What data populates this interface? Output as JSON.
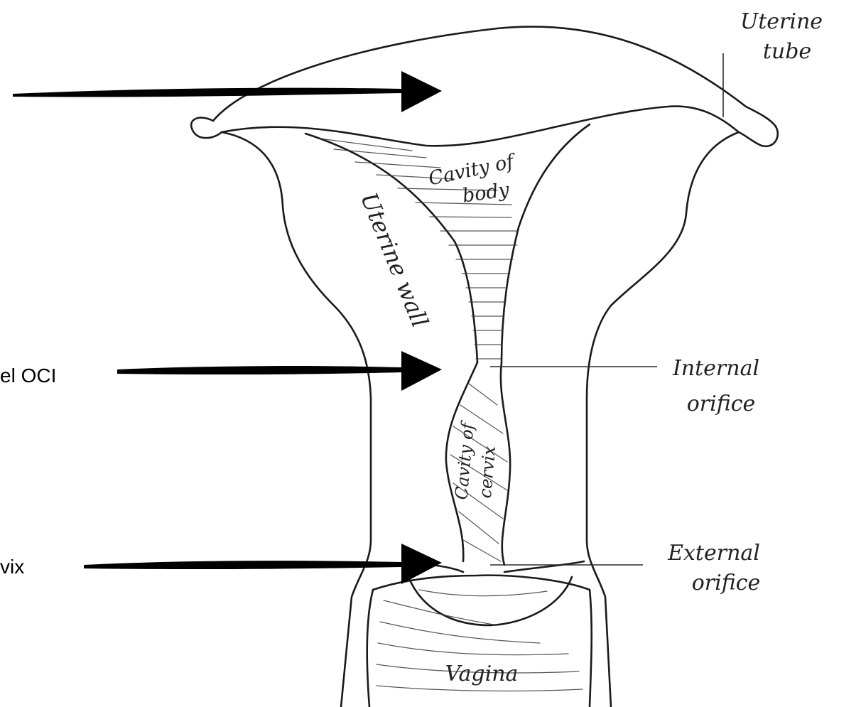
{
  "labels": {
    "uterine_tube_line1": "Uterine",
    "uterine_tube_line2": "tube",
    "cavity_body_line1": "Cavity of",
    "cavity_body_line2": "body",
    "uterine_wall": "Uterine wall",
    "internal_orifice_line1": "Internal",
    "internal_orifice_line2": "orifice",
    "cavity_cervix_line1": "Cavity of",
    "cavity_cervix_line2": "cervix",
    "external_orifice_line1": "External",
    "external_orifice_line2": "orifice",
    "vagina": "Vagina"
  },
  "side_labels": {
    "arrow_middle": "el OCI",
    "arrow_bottom": "vix"
  },
  "arrows": [
    {
      "name": "top-arrow"
    },
    {
      "name": "middle-arrow"
    },
    {
      "name": "bottom-arrow"
    }
  ],
  "colors": {
    "ink": "#1a1a1a",
    "arrow": "#000000",
    "background": "#ffffff"
  }
}
